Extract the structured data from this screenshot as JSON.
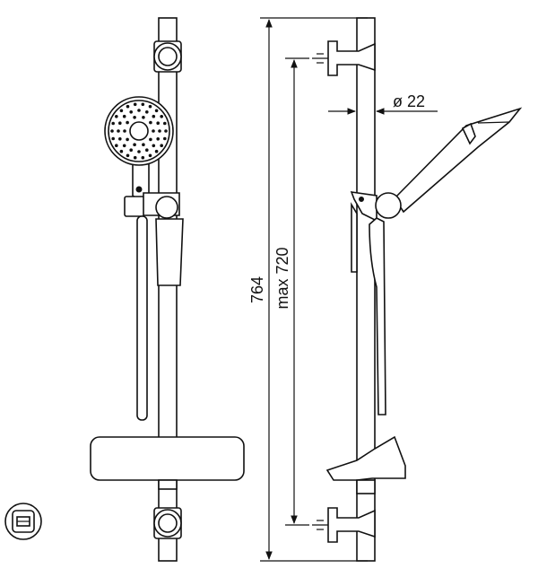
{
  "dimensions": {
    "overall_height": "764",
    "max_travel": "max 720",
    "rail_diameter": "ø 22"
  },
  "icons": {
    "finish_symbol": "chrome-finish-icon"
  },
  "colors": {
    "line": "#111111",
    "background": "#ffffff"
  }
}
